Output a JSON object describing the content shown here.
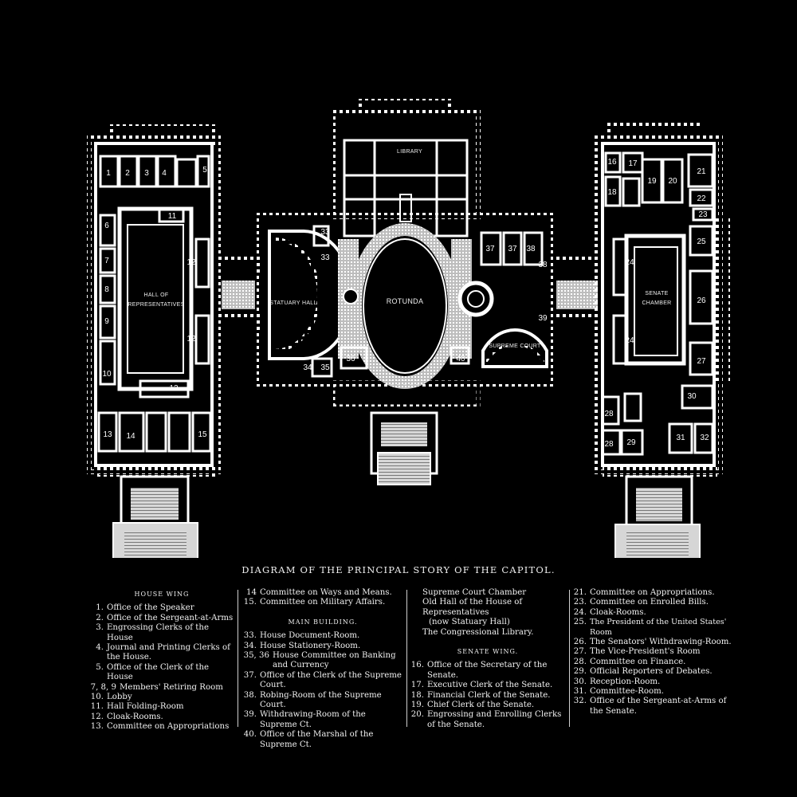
{
  "plan_labels": {
    "library": "LIBRARY",
    "rotunda": "ROTUNDA",
    "statuary_hall": "STATUARY HALL",
    "supreme_court": "SUPREME COURT",
    "hall_line1": "HALL OF",
    "hall_line2": "REPRESENTATIVES",
    "senate_line1": "SENATE",
    "senate_line2": "CHAMBER"
  },
  "plan_numbers": {
    "n1": "1",
    "n2": "2",
    "n3": "3",
    "n4": "4",
    "n5": "5",
    "n6": "6",
    "n7": "7",
    "n8": "8",
    "n9": "9",
    "n10": "10",
    "n11": "11",
    "n12a": "12",
    "n12b": "12",
    "n12c": "12",
    "n13": "13",
    "n14": "14",
    "n15": "15",
    "n16": "16",
    "n17": "17",
    "n18": "18",
    "n19": "19",
    "n20": "20",
    "n21": "21",
    "n22": "22",
    "n23": "23",
    "n24a": "24",
    "n24b": "24",
    "n25": "25",
    "n26": "26",
    "n27": "27",
    "n28a": "28",
    "n28b": "28",
    "n29": "29",
    "n30": "30",
    "n31": "31",
    "n32": "32",
    "n33": "33",
    "n33b": "33",
    "n34": "34",
    "n35": "35",
    "n36": "36",
    "n37a": "37",
    "n37b": "37",
    "n38a": "38",
    "n38b": "38",
    "n39": "39",
    "n40": "40"
  },
  "title": "DIAGRAM OF THE PRINCIPAL STORY OF THE CAPITOL.",
  "house_wing": {
    "heading": "HOUSE WING",
    "items": [
      {
        "n": "1.",
        "t": "Office of the Speaker"
      },
      {
        "n": "2.",
        "t": "Office of the Sergeant-at-Arms"
      },
      {
        "n": "3.",
        "t": "Engrossing Clerks of the House"
      },
      {
        "n": "4.",
        "t": "Journal and Printing Clerks of the House."
      },
      {
        "n": "5.",
        "t": "Office of the Clerk of the House"
      },
      {
        "n": "7, 8, 9",
        "t": "Members' Retiring Room"
      },
      {
        "n": "10.",
        "t": "Lobby"
      },
      {
        "n": "11.",
        "t": "Hall Folding-Room"
      },
      {
        "n": "12.",
        "t": "Cloak-Rooms."
      },
      {
        "n": "13.",
        "t": "Committee on Appropriations"
      }
    ]
  },
  "col2": {
    "items_top": [
      {
        "n": "14",
        "t": "Committee on Ways and Means."
      },
      {
        "n": "15.",
        "t": "Committee on Military Affairs."
      }
    ],
    "heading": "MAIN BUILDING.",
    "items": [
      {
        "n": "33.",
        "t": "House Document-Room."
      },
      {
        "n": "34.",
        "t": "House Stationery-Room."
      },
      {
        "n": "35, 36",
        "t": "House Committee on Banking and Currency"
      },
      {
        "n": "37.",
        "t": "Office of the Clerk of the Supreme Court."
      },
      {
        "n": "38.",
        "t": "Robing-Room of the Supreme Court."
      },
      {
        "n": "39.",
        "t": "Withdrawing-Room of the Supreme Ct."
      },
      {
        "n": "40.",
        "t": "Office of the Marshal of the Supreme Ct."
      }
    ]
  },
  "col3": {
    "plain": [
      "Supreme Court Chamber",
      "Old Hall of the House of Representatives",
      "(now Statuary Hall)",
      "The Congressional Library."
    ],
    "heading": "SENATE WING.",
    "items": [
      {
        "n": "16.",
        "t": "Office of the Secretary of the Senate."
      },
      {
        "n": "17.",
        "t": "Executive Clerk of the Senate."
      },
      {
        "n": "18.",
        "t": "Financial Clerk of the Senate."
      },
      {
        "n": "19.",
        "t": "Chief Clerk of the Senate."
      },
      {
        "n": "20.",
        "t": "Engrossing and Enrolling Clerks of the Senate."
      }
    ]
  },
  "col4": {
    "items": [
      {
        "n": "21.",
        "t": "Committee on Appropriations."
      },
      {
        "n": "23.",
        "t": "Committee on Enrolled Bills."
      },
      {
        "n": "24.",
        "t": "Cloak-Rooms."
      },
      {
        "n": "25.",
        "t": "The President of the United States' Room"
      },
      {
        "n": "26.",
        "t": "The Senators' Withdrawing-Room."
      },
      {
        "n": "27.",
        "t": "The Vice-President's Room"
      },
      {
        "n": "28.",
        "t": "Committee on Finance."
      },
      {
        "n": "29.",
        "t": "Official Reporters of Debates."
      },
      {
        "n": "30.",
        "t": "Reception-Room."
      },
      {
        "n": "31.",
        "t": "Committee-Room."
      },
      {
        "n": "32.",
        "t": "Office of the Sergeant-at-Arms of the Senate."
      }
    ]
  }
}
